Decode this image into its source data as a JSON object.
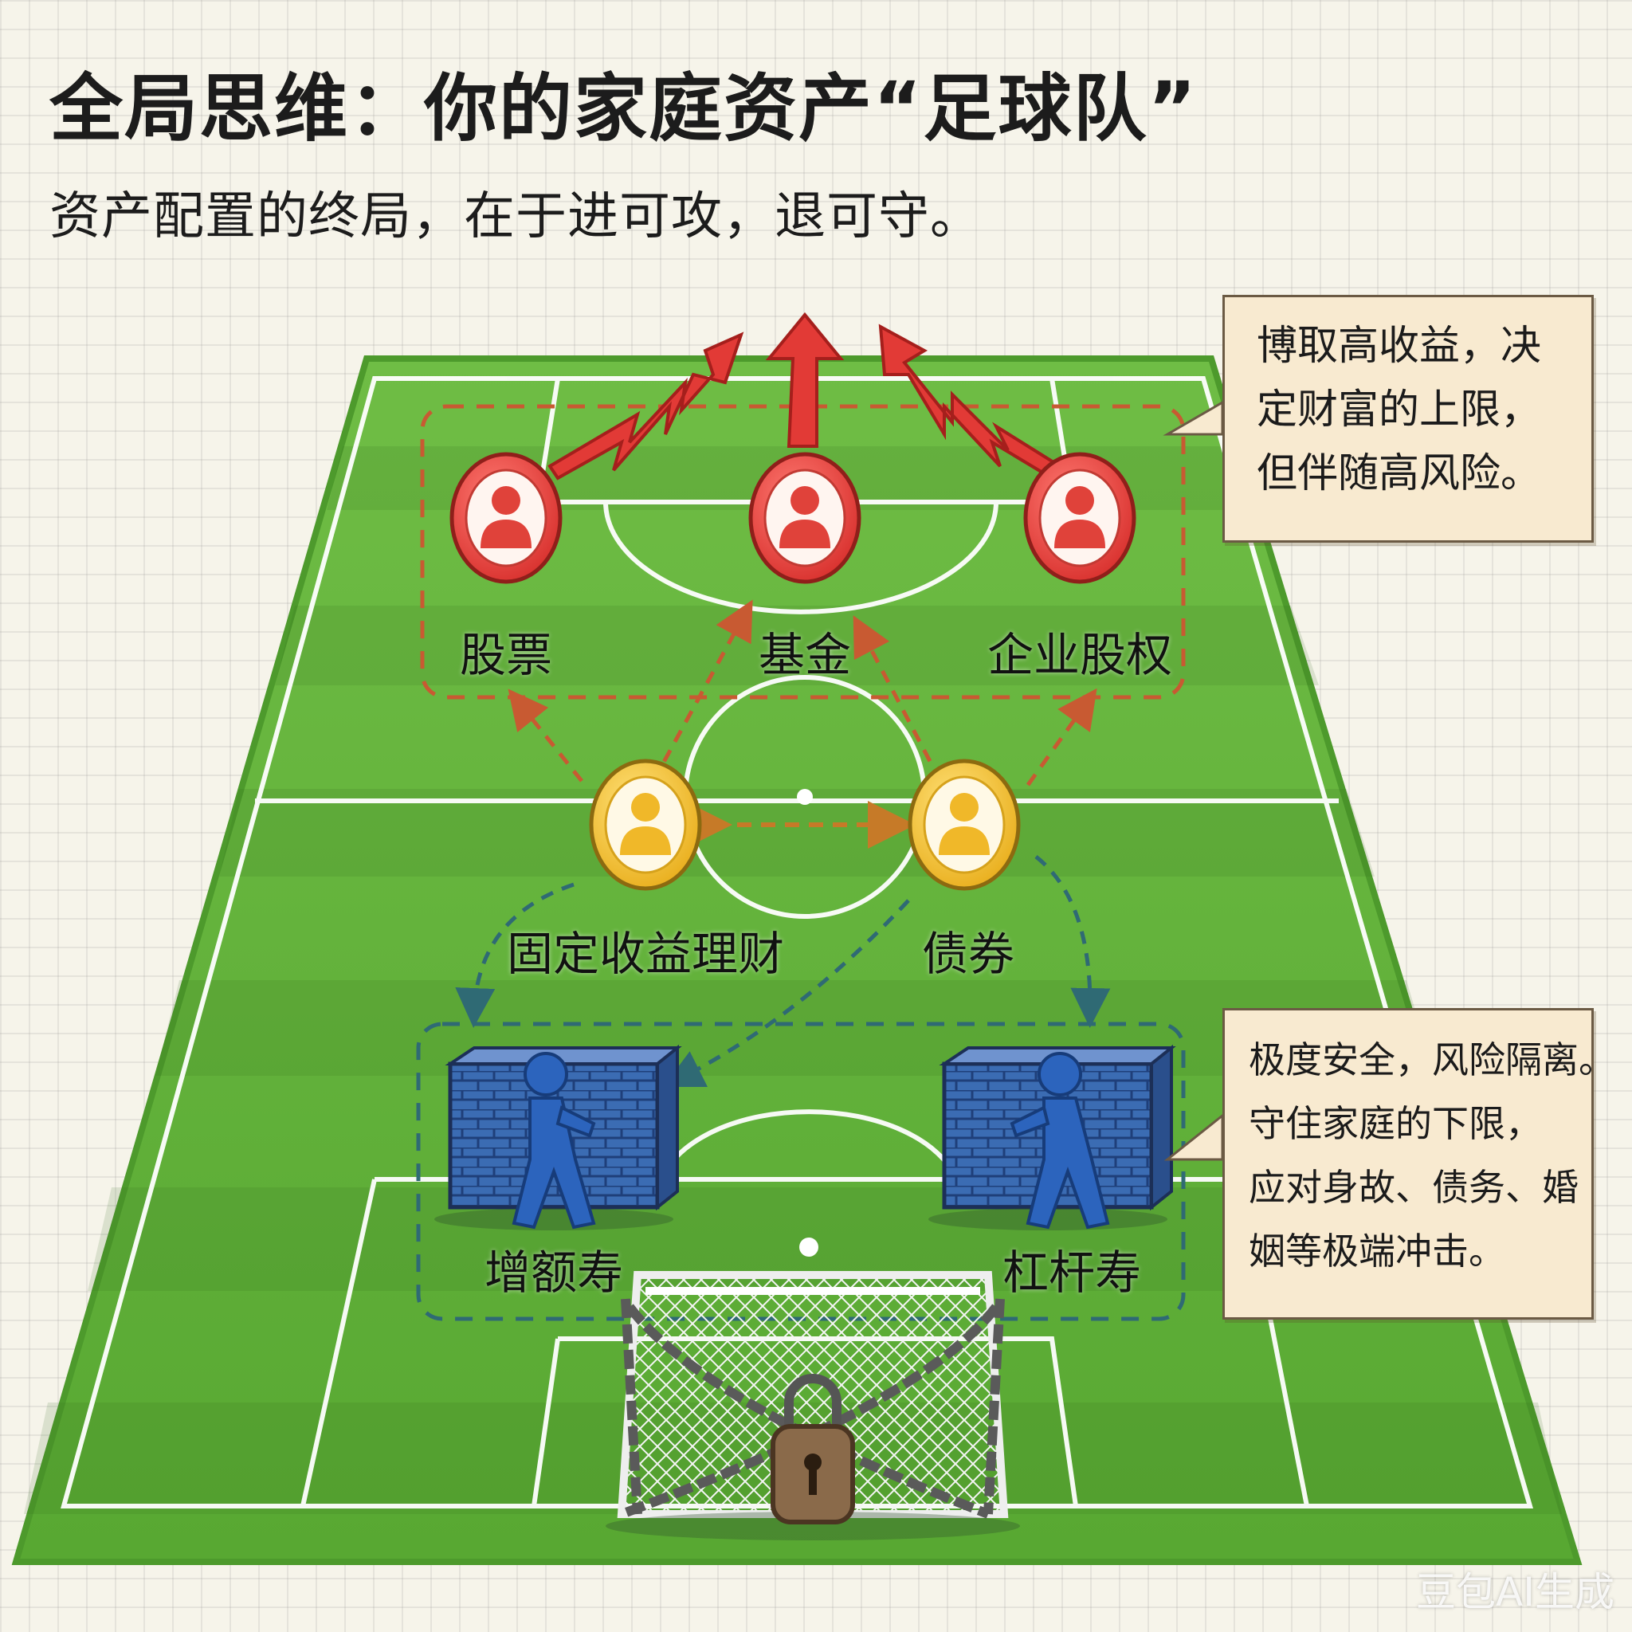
{
  "header": {
    "title": "全局思维：你的家庭资产“足球队”",
    "subtitle": "资产配置的终局，在于进可攻，退可守。"
  },
  "players": {
    "forwards": [
      {
        "label": "股票",
        "role": "attack"
      },
      {
        "label": "基金",
        "role": "attack"
      },
      {
        "label": "企业股权",
        "role": "attack"
      }
    ],
    "midfielders": [
      {
        "label": "固定收益理财",
        "role": "midfield"
      },
      {
        "label": "债券",
        "role": "midfield"
      }
    ],
    "defenders": [
      {
        "label": "增额寿",
        "role": "defense"
      },
      {
        "label": "杠杆寿",
        "role": "defense"
      }
    ]
  },
  "notes": {
    "attack": [
      "博取高收益，决",
      "定财富的上限，",
      "但伴随高风险。"
    ],
    "defense": [
      "极度安全，风险隔离。",
      "守住家庭的下限，",
      "应对身故、债务、婚",
      "姻等极端冲击。"
    ]
  },
  "watermark": "豆包AI生成",
  "colors": {
    "attack": "#e23a36",
    "midfield": "#f1c232",
    "defense": "#2f6cc2",
    "pitch": "#5fb33c",
    "note_bg": "#f8ead0"
  },
  "icons": [
    "person-icon",
    "brick-wall-icon",
    "padlock-icon",
    "chain-icon",
    "goal-net-icon",
    "arrow-up-icon"
  ]
}
